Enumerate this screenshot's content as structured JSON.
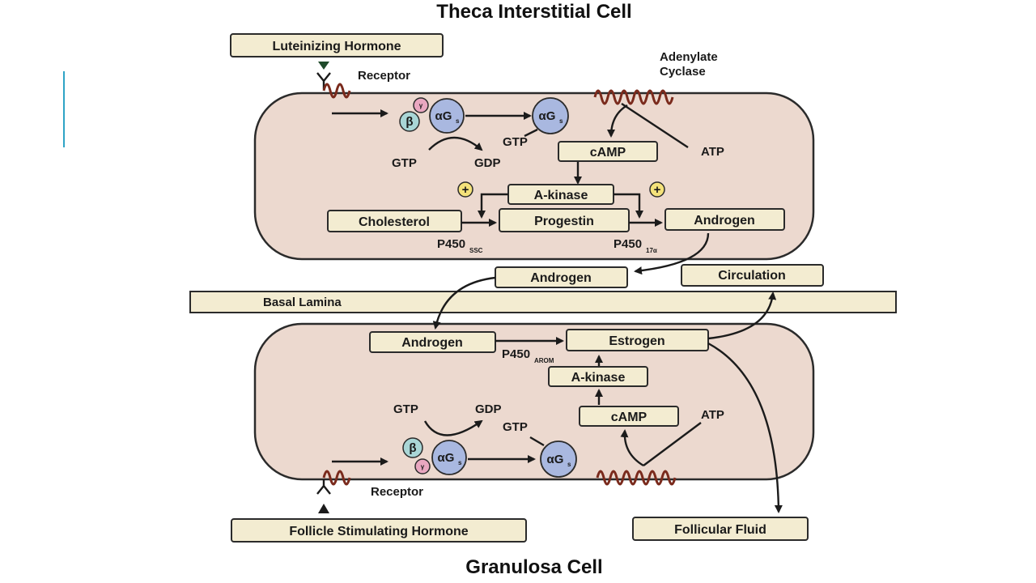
{
  "diagram": {
    "top_title": "Theca Interstitial Cell",
    "bottom_title": "Granulosa Cell",
    "lh": "Luteinizing Hormone",
    "fsh": "Follicle Stimulating Hormone",
    "receptor": "Receptor",
    "adenylate_cyclase_line1": "Adenylate",
    "adenylate_cyclase_line2": "Cyclase",
    "gtp": "GTP",
    "gdp": "GDP",
    "atp": "ATP",
    "camp": "cAMP",
    "a_kinase": "A-kinase",
    "cholesterol": "Cholesterol",
    "progestin": "Progestin",
    "androgen": "Androgen",
    "estrogen": "Estrogen",
    "circulation": "Circulation",
    "basal_lamina": "Basal Lamina",
    "follicular_fluid": "Follicular Fluid",
    "p450": "P450",
    "p450_ssc_sub": "SSC",
    "p450_17a_sub": "17α",
    "p450_arom_sub": "AROM",
    "alpha_gs": "αG",
    "gs_sub": "s",
    "beta": "β",
    "gamma": "γ",
    "plus": "+"
  }
}
